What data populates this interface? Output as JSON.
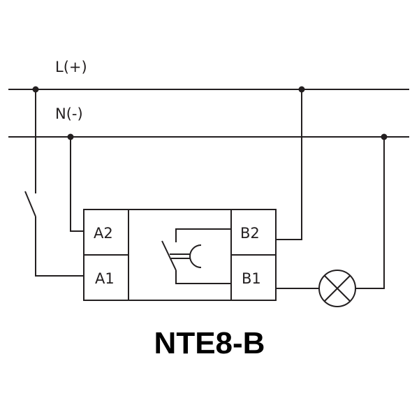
{
  "lines": {
    "live": "L(+)",
    "neutral": "N(-)"
  },
  "terminals": {
    "a2": "A2",
    "a1": "A1",
    "b2": "B2",
    "b1": "B1"
  },
  "title": "NTE8-B",
  "colors": {
    "stroke": "#231f20"
  }
}
